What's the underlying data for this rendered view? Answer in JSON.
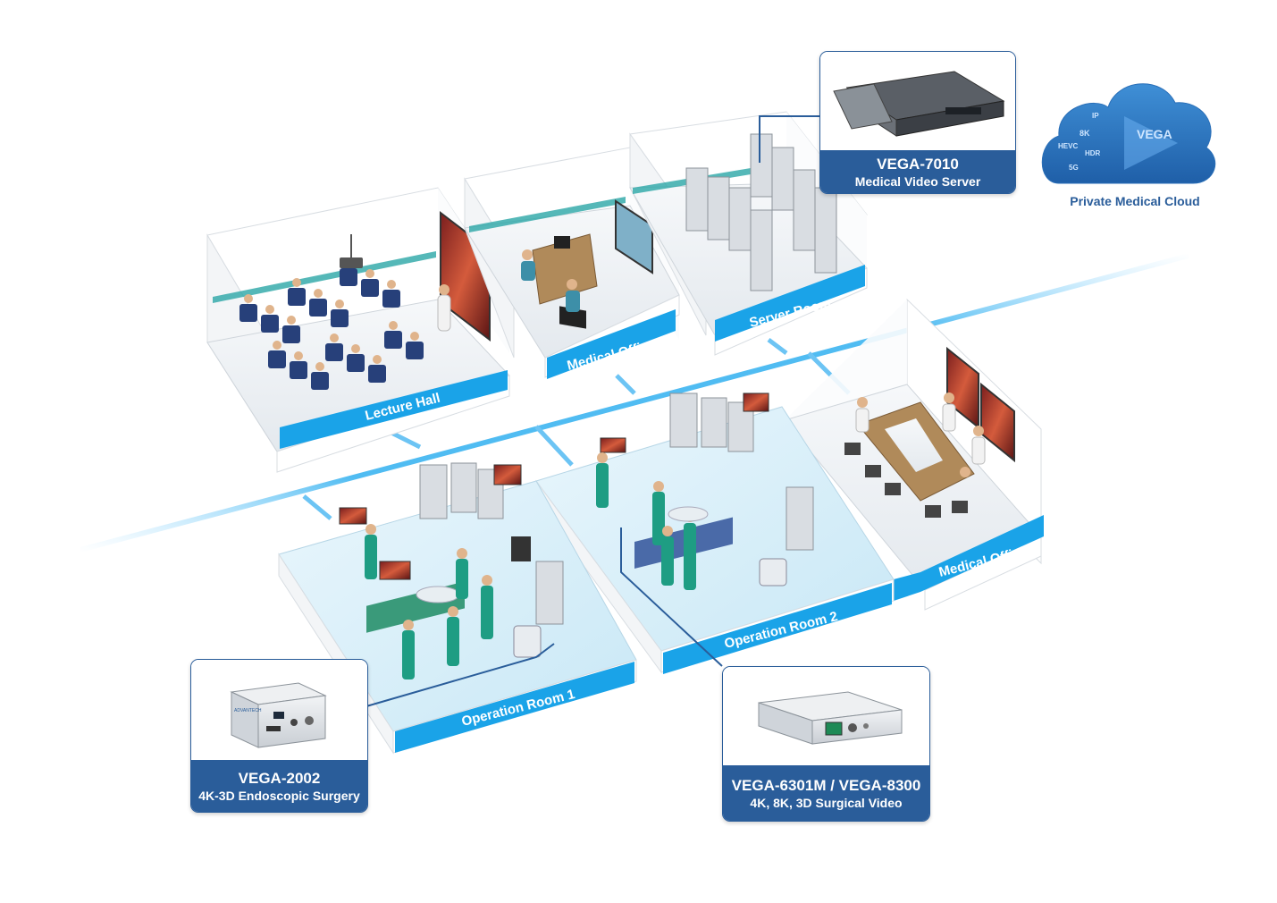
{
  "rooms": {
    "lecture_hall": "Lecture Hall",
    "medical_office_top": "Medical Office",
    "server_room": "Server Room",
    "operation_room_1": "Operation Room 1",
    "operation_room_2": "Operation Room 2",
    "medical_office_right": "Medical Office"
  },
  "cloud": {
    "label": "Private Medical Cloud",
    "badge": "VEGA",
    "words": [
      "IP",
      "8K",
      "HEVC",
      "HDR",
      "5G"
    ]
  },
  "products": {
    "vega_7010": {
      "model": "VEGA-7010",
      "desc": "Medical Video Server"
    },
    "vega_2002": {
      "model": "VEGA-2002",
      "desc": "4K-3D Endoscopic Surgery"
    },
    "vega_6301m": {
      "model": "VEGA-6301M / VEGA-8300",
      "desc": "4K, 8K, 3D Surgical Video"
    }
  },
  "device_badges": {
    "vega_2002_brand": "ADVANTECH"
  },
  "colors": {
    "accent_blue": "#2a5d9a",
    "band_blue": "#1aa3e8",
    "network_line": "#6cc4f4"
  }
}
